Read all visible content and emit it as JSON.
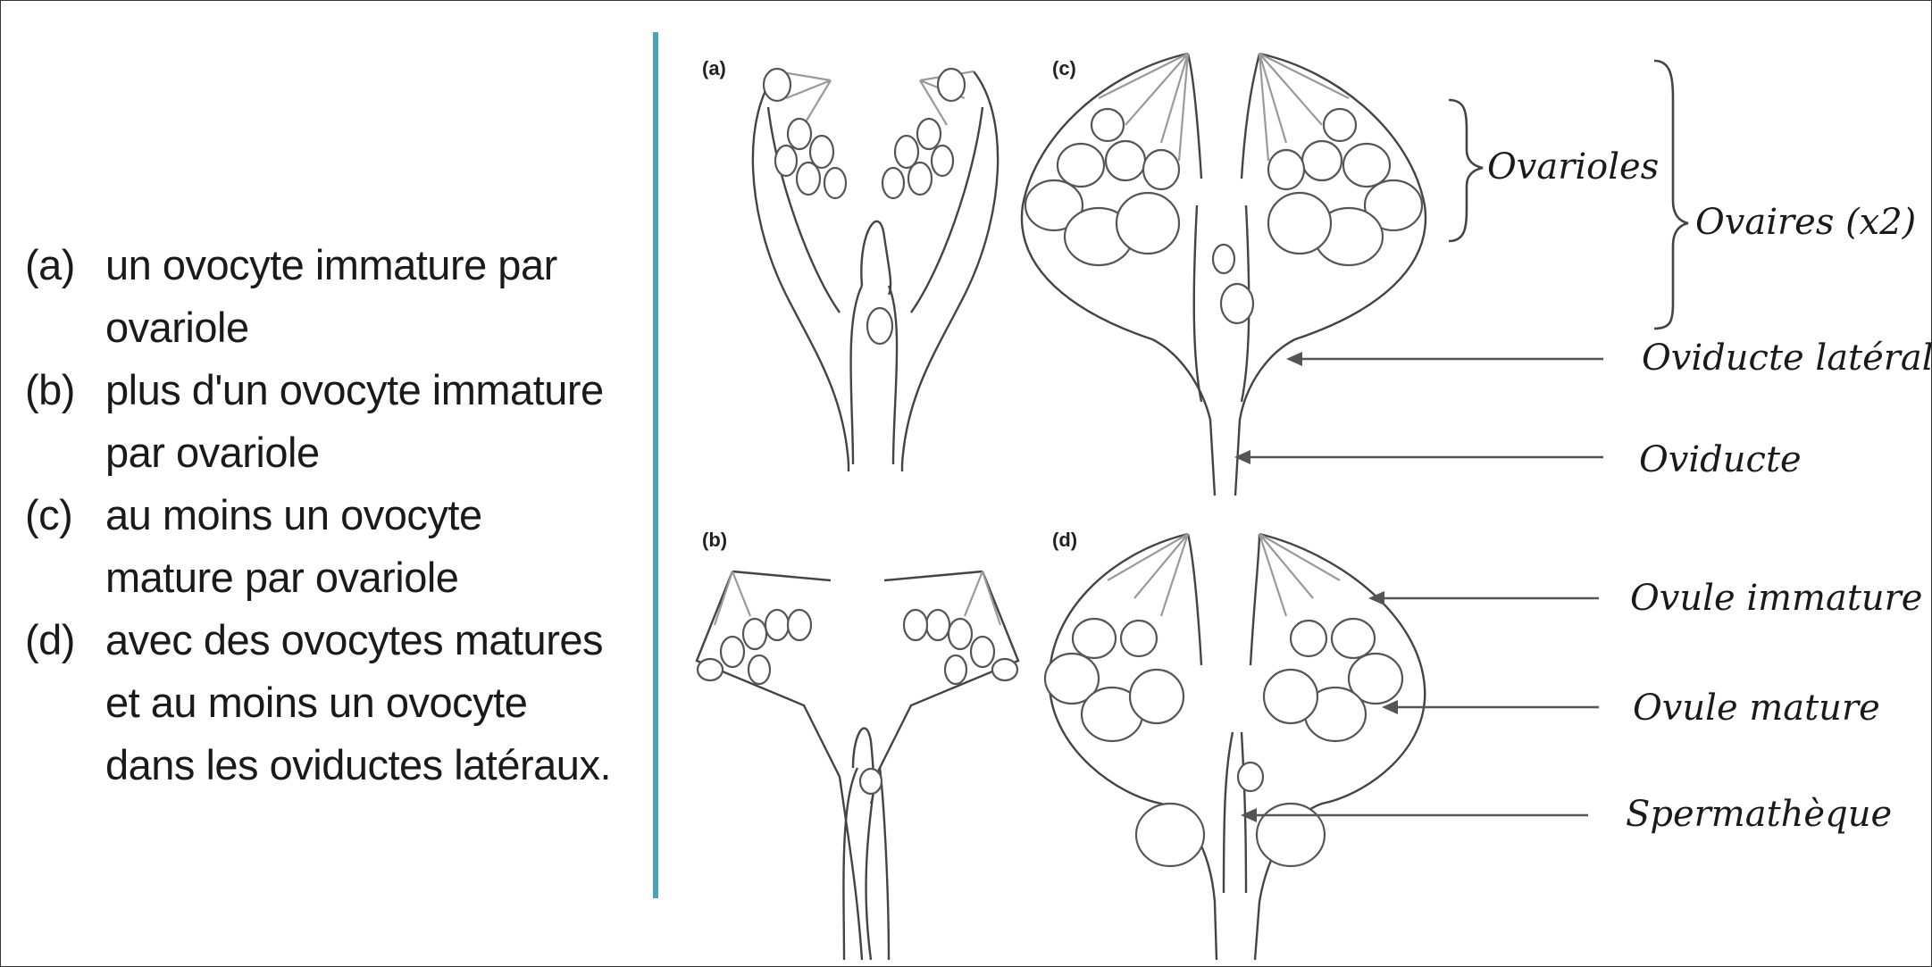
{
  "legend": {
    "items": [
      {
        "tag": "(a)",
        "text": "un ovocyte immature par ovariole"
      },
      {
        "tag": "(b)",
        "text": "plus d'un ovocyte immature par ovariole"
      },
      {
        "tag": "(c)",
        "text": "au moins un ovocyte mature par ovariole"
      },
      {
        "tag": "(d)",
        "text": "avec des ovocytes matures et au moins un ovocyte dans les oviductes latéraux."
      }
    ]
  },
  "panels": {
    "a": "(a)",
    "b": "(b)",
    "c": "(c)",
    "d": "(d)"
  },
  "labels": {
    "ovarioles": "Ovarioles",
    "ovaires": "Ovaires (x2)",
    "oviducte_lateral": "Oviducte latéral",
    "oviducte": "Oviducte",
    "ovule_immature": "Ovule immature",
    "ovule_mature": "Ovule mature",
    "spermatheque": "Spermathèque"
  },
  "colors": {
    "divider": "#4aa3b8",
    "text": "#1a1a1a",
    "line": "#444444"
  }
}
